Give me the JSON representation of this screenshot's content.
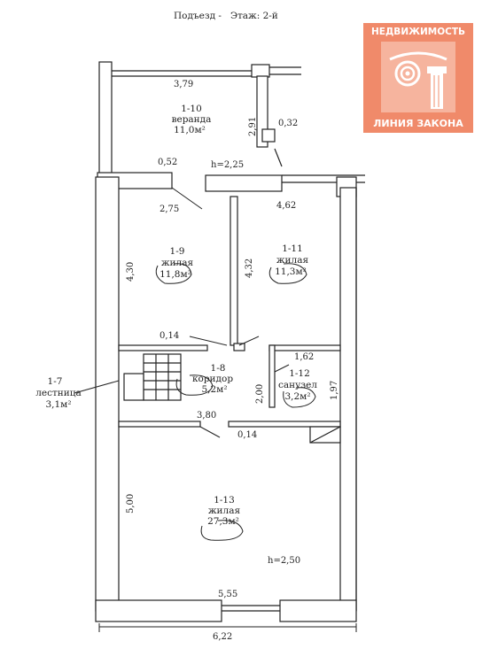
{
  "header": {
    "entrance_label": "Подъезд -",
    "floor_label": "Этаж: 2-й"
  },
  "logo": {
    "top_text": "НЕДВИЖИМОСТЬ",
    "bottom_text": "ЛИНИЯ ЗАКОНА",
    "emblem_icon": "ionic-column-icon"
  },
  "rooms": [
    {
      "number": "1-10",
      "name": "веранда",
      "area": "11,0м²"
    },
    {
      "number": "1-9",
      "name": "жилая",
      "area": "11,8м²"
    },
    {
      "number": "1-11",
      "name": "жилая",
      "area": "11,3м²"
    },
    {
      "number": "1-8",
      "name": "коридор",
      "area": "5,2м²"
    },
    {
      "number": "1-12",
      "name": "санузел",
      "area": "3,2м²"
    },
    {
      "number": "1-7",
      "name": "лестница",
      "area": "3,1м²"
    },
    {
      "number": "1-13",
      "name": "жилая",
      "area": "27,3м²"
    }
  ],
  "dimensions": [
    "3,79",
    "2,91",
    "0,32",
    "0,52",
    "h=2,25",
    "2,75",
    "4,62",
    "4,30",
    "4,32",
    "0,14",
    "1,62",
    "2,00",
    "1,97",
    "3,80",
    "0,14",
    "5,00",
    "h=2,50",
    "5,55",
    "6,22"
  ]
}
